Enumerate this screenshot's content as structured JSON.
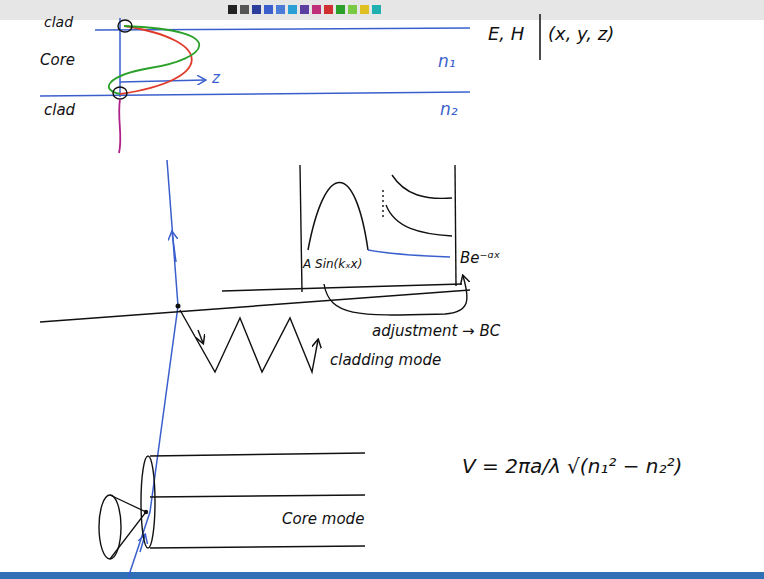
{
  "diagram": {
    "labels": [
      "clad",
      "Core",
      "z",
      "n₁",
      "n₂",
      "clad",
      "E, H",
      "(x, y, z)",
      "A Sin(kₓx)",
      "Be⁻ᵅˣ",
      "adjustment → BC",
      "cladding mode",
      "Core mode",
      "V = 2πa/λ √(n₁² − n₂²)"
    ]
  }
}
